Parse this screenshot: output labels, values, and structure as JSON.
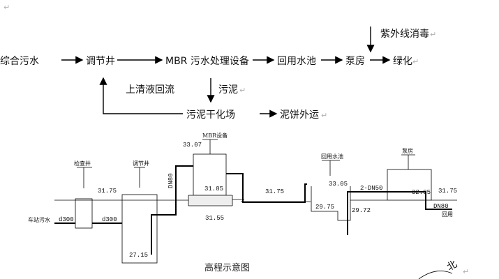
{
  "flow": {
    "n1": "综合污水",
    "n2": "调节井",
    "n3": "MBR 污水处理设备",
    "n4": "回用水池",
    "n5": "泵房",
    "n6": "绿化",
    "uv": "紫外线消毒",
    "return": "上清液回流",
    "sludge": "污泥",
    "dry": "污泥干化场",
    "cake": "泥饼外运",
    "para_mark": "↵"
  },
  "elevation": {
    "title": "高程示意图",
    "inlet": "车站污水",
    "inspection_well": "检查井",
    "regulating_well": "调节井",
    "mbr": "MBR设备",
    "reuse_tank": "回用水池",
    "pump_room": "泵房",
    "pipe1": "d300",
    "pipe2": "d300",
    "pipe3": "DN80",
    "pipe4": "2-DN50",
    "pipe5": "DN80",
    "outlet": "回用",
    "ground1": "31.75",
    "ground2": "31.75",
    "ground3": "31.75",
    "mbr_top": "33.07",
    "mbr_bottom": "31.85",
    "mbr_base": "31.55",
    "reg_bottom": "27.15",
    "tank_top": "33.05",
    "tank_mid": "29.75",
    "tank_bottom": "29.72",
    "pump_level": "32.05",
    "north": "北"
  }
}
